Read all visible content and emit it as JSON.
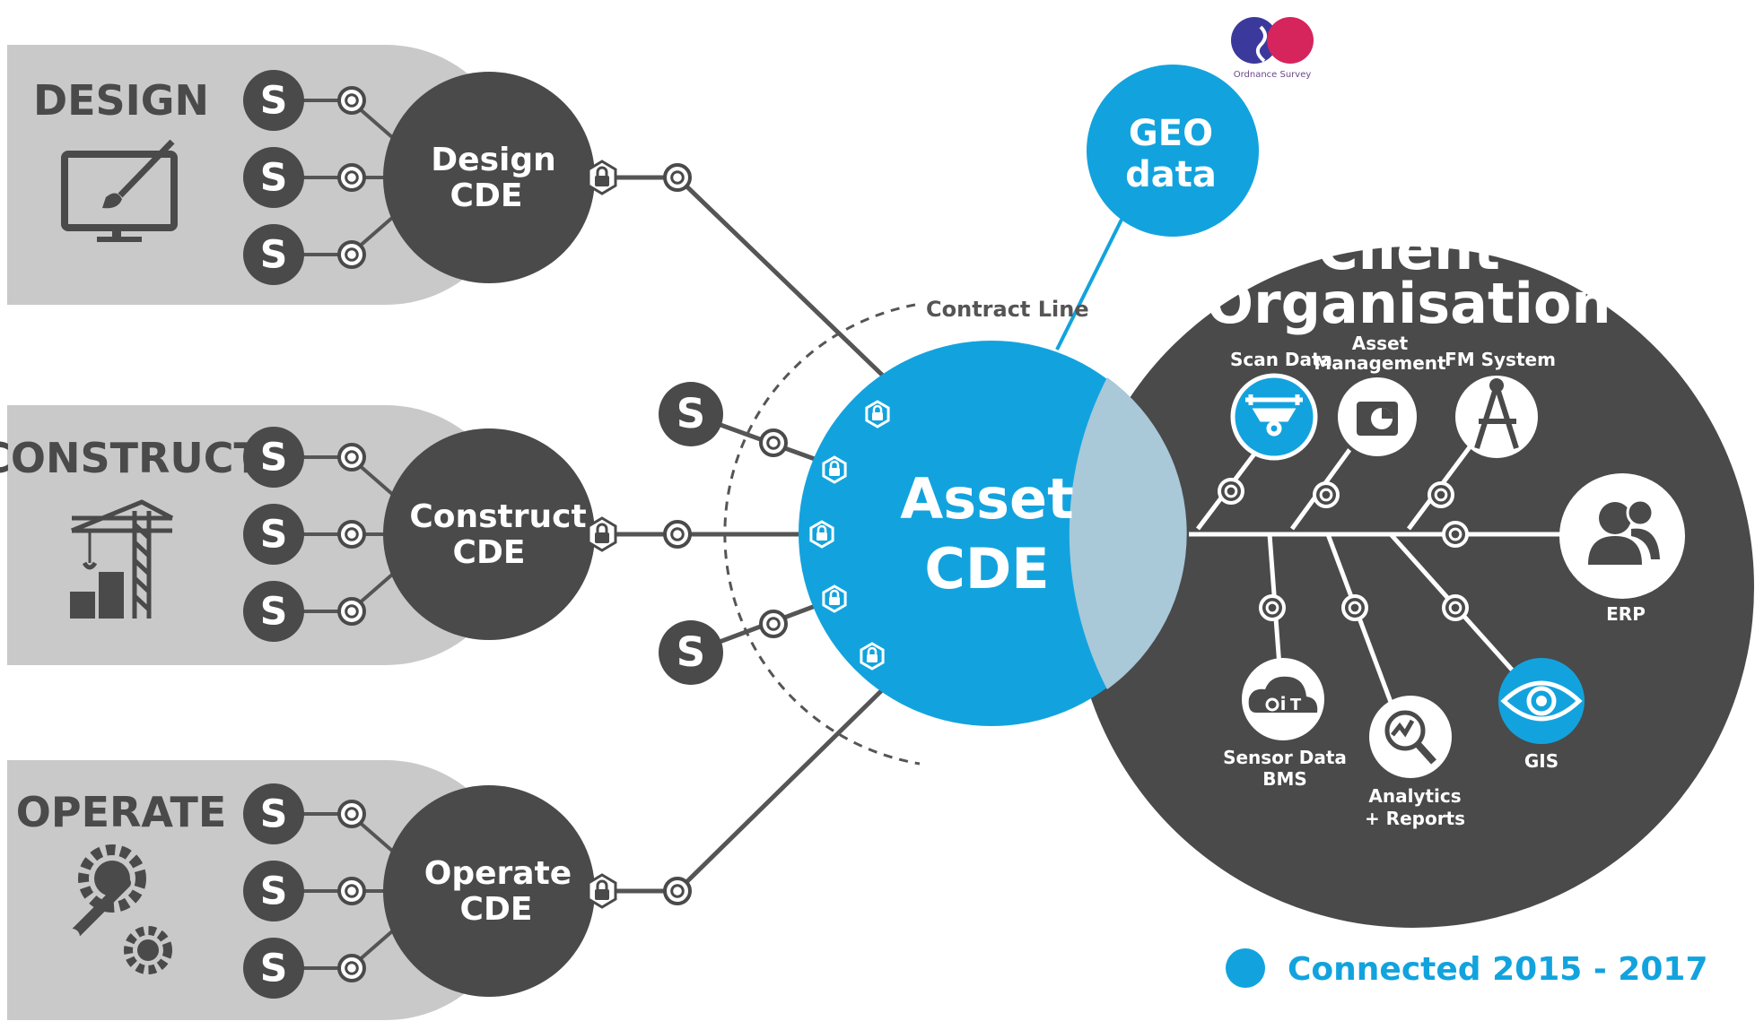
{
  "stages": [
    {
      "title": "DESIGN",
      "cde": [
        "Design",
        "CDE"
      ],
      "icon": "monitor-brush-icon"
    },
    {
      "title": "CONSTRUCT",
      "cde": [
        "Construct",
        "CDE"
      ],
      "icon": "crane-icon"
    },
    {
      "title": "OPERATE",
      "cde": [
        "Operate",
        "CDE"
      ],
      "icon": "gears-wrench-icon"
    }
  ],
  "supplier_letter": "S",
  "contract_line": "Contract Line",
  "asset_cde": [
    "Asset",
    "CDE"
  ],
  "geo": {
    "lines": [
      "GEO",
      "data"
    ],
    "provider": "Ordnance Survey"
  },
  "client": {
    "title": [
      "Client",
      "Organisation"
    ],
    "systems": {
      "scan": {
        "label": "Scan Data",
        "icon": "drone-icon"
      },
      "asset_mgmt": {
        "lines": [
          "Asset",
          "Management"
        ],
        "icon": "folder-chart-icon"
      },
      "fm": {
        "label": "FM System",
        "icon": "drafting-compass-icon"
      },
      "erp": {
        "label": "ERP",
        "icon": "users-icon"
      },
      "sensor": {
        "lines": [
          "Sensor Data",
          "BMS"
        ],
        "icon": "iot-cloud-icon"
      },
      "analytics": {
        "lines": [
          "Analytics",
          "+ Reports"
        ],
        "icon": "magnifier-chart-icon"
      },
      "gis": {
        "label": "GIS",
        "icon": "eye-icon"
      }
    }
  },
  "legend": {
    "label": "Connected 2015 - 2017"
  },
  "colors": {
    "blue": "#12a3de",
    "dark": "#4a4a4a",
    "panel": "#c9c9c9",
    "line": "#555555",
    "overlap": "#a9c8d8"
  }
}
